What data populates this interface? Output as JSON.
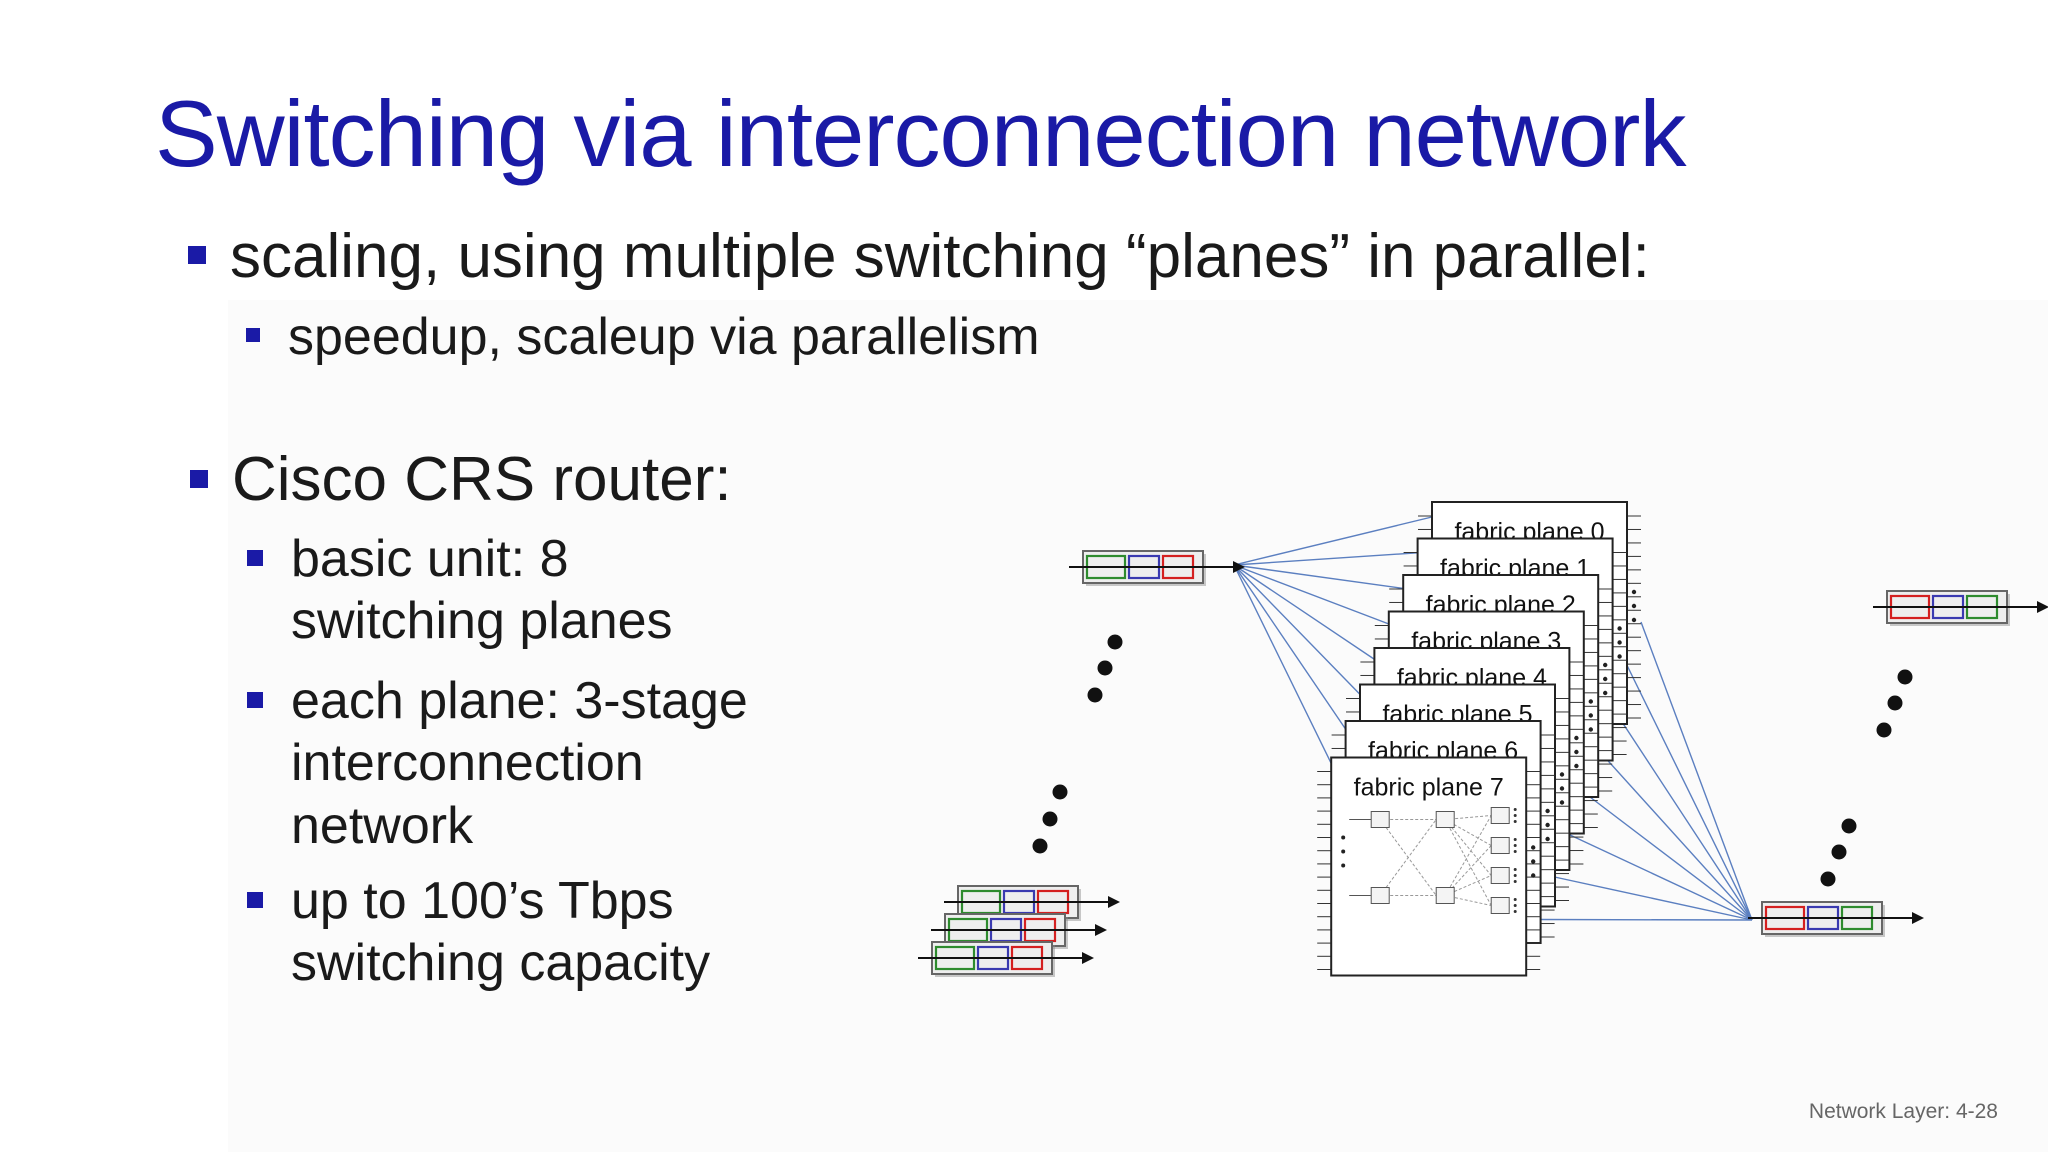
{
  "slide": {
    "title": "Switching via interconnection network",
    "bullets": [
      {
        "text": "scaling, using multiple switching “planes” in parallel:"
      },
      {
        "text": "speedup, scaleup via parallelism"
      },
      {
        "text": "Cisco CRS router:"
      },
      {
        "lines": [
          "basic unit: 8",
          "switching planes"
        ]
      },
      {
        "lines": [
          "each plane: 3-stage",
          "interconnection",
          "network"
        ]
      },
      {
        "lines": [
          "up to 100’s Tbps",
          "switching capacity"
        ]
      }
    ],
    "footer": "Network Layer: 4-28"
  },
  "diagram": {
    "fabric_planes": [
      "fabric plane 0",
      "fabric plane 1",
      "fabric plane 2",
      "fabric plane 3",
      "fabric plane 4",
      "fabric plane 5",
      "fabric plane 6",
      "fabric plane 7"
    ],
    "colors": {
      "accent": "#1a1aa6",
      "link": "#5b7fc0",
      "queue_green": "#2e8b2e",
      "queue_blue": "#3a3ab0",
      "queue_red": "#d42020"
    }
  }
}
